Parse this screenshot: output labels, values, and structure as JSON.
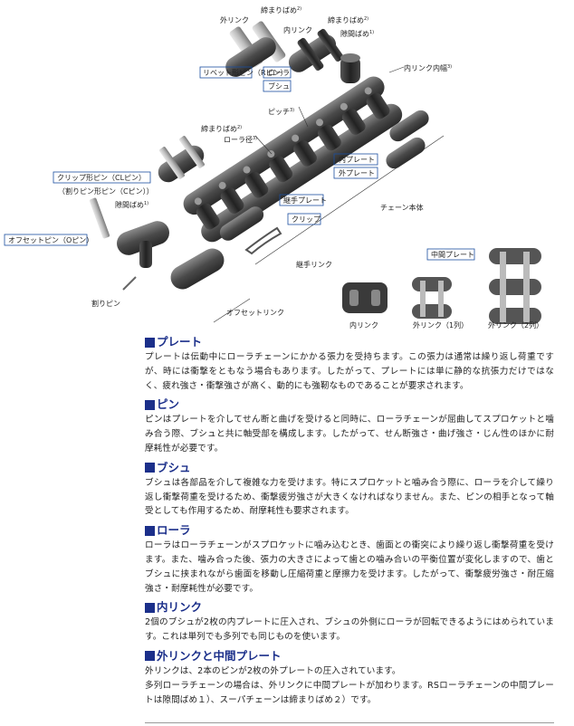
{
  "labels": {
    "outer_link": "外リンク",
    "tight_fit_1": "締まりばめ",
    "inner_link": "内リンク",
    "tight_fit_2": "締まりばめ",
    "clearance_fit_1": "隙間ばめ",
    "rivet_pin": "リベット形ピン（Rピン）",
    "roller": "ローラ",
    "bushing": "ブシュ",
    "inner_width": "内リンク内幅",
    "pitch": "ピッチ",
    "tight_fit_3": "締まりばめ",
    "roller_diameter": "ローラ径",
    "inner_plate": "内プレート",
    "outer_plate": "外プレート",
    "clip_pin": "クリップ形ピン（CLピン）",
    "cotter_pin_type": "（割りピン形ピン（Cピン））",
    "clearance_fit_2": "隙間ばめ",
    "connecting_plate": "継手プレート",
    "clip": "クリップ",
    "chain_body": "チェーン本体",
    "offset_pin": "オフセットピン（Oピン）",
    "connecting_link": "継手リンク",
    "cotter_pin": "割りピン",
    "offset_link": "オフセットリンク",
    "middle_plate": "中間プレート",
    "photo_inner_link": "内リンク",
    "photo_outer_link_1": "外リンク（1列）",
    "photo_outer_link_2": "外リンク（2列）"
  },
  "sections": [
    {
      "title": "プレート",
      "body": "プレートは伝動中にローラチェーンにかかる張力を受持ちます。この張力は通常は繰り返し荷重ですが、時には衝撃をともなう場合もあります。したがって、プレートには単に静的な抗張力だけではなく、疲れ強さ・衝撃強さが高く、動的にも強靭なものであることが要求されます。"
    },
    {
      "title": "ピン",
      "body": "ピンはプレートを介してせん断と曲げを受けると同時に、ローラチェーンが屈曲してスプロケットと噛み合う際、ブシュと共に軸受部を構成します。したがって、せん断強さ・曲げ強さ・じん性のほかに耐摩耗性が必要です。"
    },
    {
      "title": "ブシュ",
      "body": "ブシュは各部品を介して複雑な力を受けます。特にスプロケットと噛み合う際に、ローラを介して繰り返し衝撃荷重を受けるため、衝撃疲労強さが大きくなければなりません。また、ピンの相手となって軸受としても作用するため、耐摩耗性も要求されます。"
    },
    {
      "title": "ローラ",
      "body": "ローラはローラチェーンがスプロケットに噛み込むとき、歯面との衝突により繰り返し衝撃荷重を受けます。また、噛み合った後、張力の大きさによって歯との噛み合いの平衡位置が変化しますので、歯とブシュに挟まれながら歯面を移動し圧縮荷重と摩擦力を受けます。したがって、衝撃疲労強さ・耐圧縮強さ・耐摩耗性が必要です。"
    },
    {
      "title": "内リンク",
      "body": "2個のブシュが2枚の内プレートに圧入され、ブシュの外側にローラが回転できるようにはめられています。これは単列でも多列でも同じものを使います。"
    },
    {
      "title": "外リンクと中間プレート",
      "body": "外リンクは、2本のピンが2枚の外プレートの圧入されています。\n多列ローラチェーンの場合は、外リンクに中間プレートが加わります。RSローラチェーンの中間プレートは隙間ばめ１）、スーパチェーンは締まりばめ２）です。"
    }
  ],
  "colors": {
    "heading": "#1b2f8a",
    "label_box": "#1b4fa0",
    "chain_dark": "#3a3a3a",
    "chain_mid": "#777777"
  }
}
